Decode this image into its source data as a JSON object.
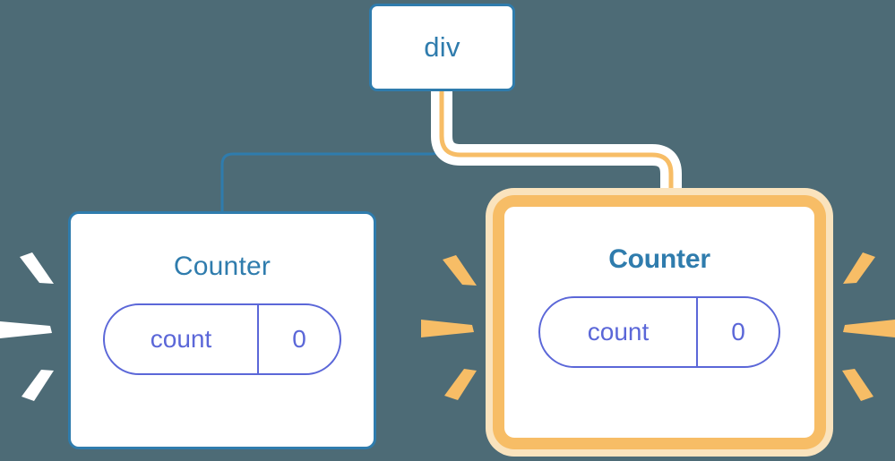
{
  "diagram": {
    "type": "component-tree",
    "title": "React component tree re-render highlight",
    "background_color": "#4d6b76"
  },
  "colors": {
    "background": "#4d6b76",
    "node_border_blue": "#2f7cad",
    "node_title_blue": "#2f7cad",
    "prop_pill": "#5b67d8",
    "highlight_amber": "#f7bd66",
    "highlight_halo": "#fae3bd",
    "wire_blue": "#2f7cad",
    "wire_amber": "#f7bd66",
    "wire_halo_white": "#ffffff",
    "burst_white": "#ffffff",
    "burst_amber": "#f7bd66",
    "node_fill": "#ffffff"
  },
  "nodes": [
    {
      "id": "div",
      "title": "div",
      "highlighted": false,
      "bold_title": false,
      "props": []
    },
    {
      "id": "counter-left",
      "title": "Counter",
      "highlighted": false,
      "bold_title": false,
      "props": [
        {
          "key": "count",
          "value": "0"
        }
      ]
    },
    {
      "id": "counter-right",
      "title": "Counter",
      "highlighted": true,
      "bold_title": true,
      "props": [
        {
          "key": "count",
          "value": "0"
        }
      ]
    }
  ],
  "edges": [
    {
      "id": "div-to-counter-left",
      "from": "div",
      "to": "counter-left",
      "style": "plain",
      "color": "#2f7cad"
    },
    {
      "id": "div-to-counter-right",
      "from": "div",
      "to": "counter-right",
      "style": "highlight",
      "color": "#f7bd66"
    }
  ],
  "bursts": [
    {
      "id": "burst-left-outer",
      "attached_to": "counter-left",
      "side": "left",
      "color": "#ffffff",
      "rays": 3
    },
    {
      "id": "burst-left-inner",
      "attached_to": "counter-right",
      "side": "left",
      "color": "#f7bd66",
      "rays": 3
    },
    {
      "id": "burst-right-outer",
      "attached_to": "counter-right",
      "side": "right",
      "color": "#f7bd66",
      "rays": 3
    }
  ]
}
